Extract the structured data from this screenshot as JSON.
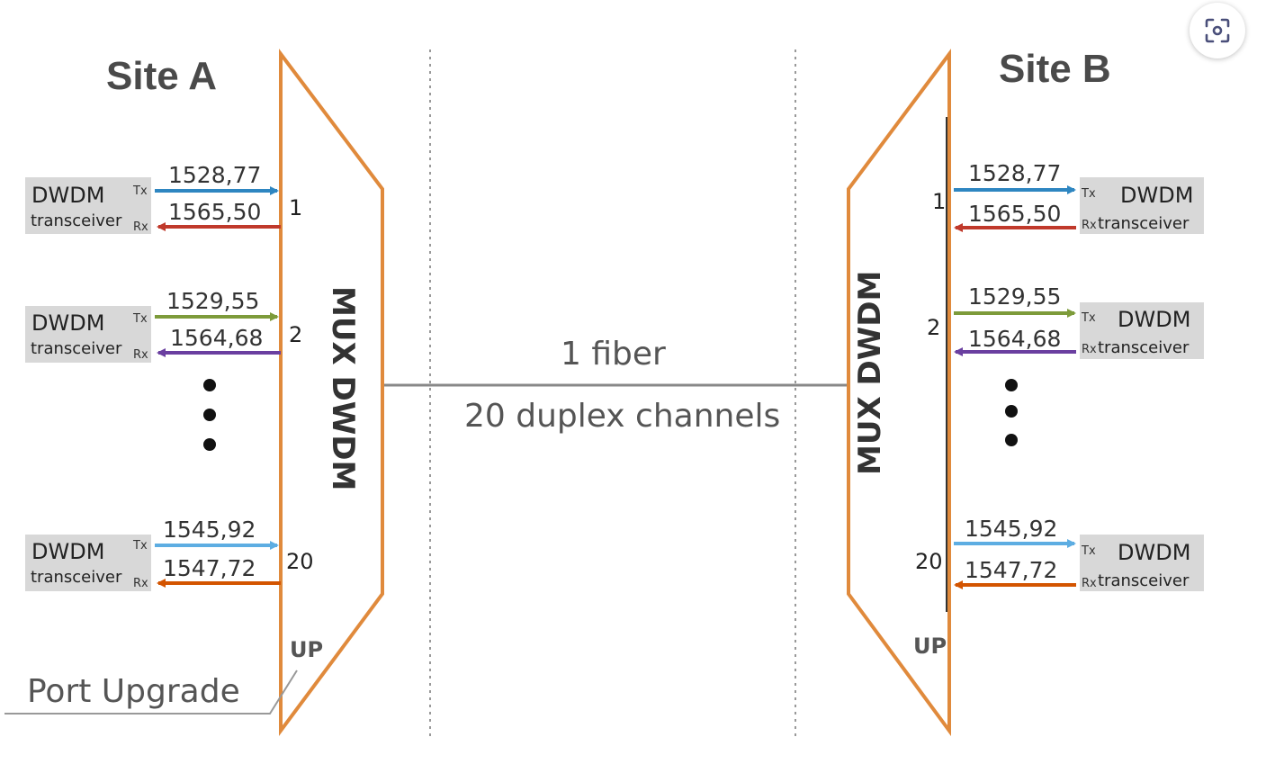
{
  "site_a": {
    "title": "Site A"
  },
  "site_b": {
    "title": "Site B"
  },
  "mux_label": "MUX DWDM",
  "fiber": {
    "line1": "1 fiber",
    "line2": "20 duplex channels"
  },
  "channels": [
    {
      "port": "1",
      "tx_freq": "1528,77",
      "rx_freq": "1565,50",
      "tx_color": "#2e86c1",
      "rx_color": "#c0392b"
    },
    {
      "port": "2",
      "tx_freq": "1529,55",
      "rx_freq": "1564,68",
      "tx_color": "#7d9b3a",
      "rx_color": "#6a3fa0"
    },
    {
      "port": "20",
      "tx_freq": "1545,92",
      "rx_freq": "1547,72",
      "tx_color": "#5dade2",
      "rx_color": "#d35400"
    }
  ],
  "transceiver": {
    "title": "DWDM",
    "subtitle": "transceiver",
    "tx": "Tx",
    "rx": "Rx"
  },
  "up_label": "UP",
  "port_upgrade": "Port Upgrade",
  "colors": {
    "mux_outline": "#e08a3c",
    "box_fill": "#d8d8d8",
    "fiber_line": "#888888"
  },
  "expand_icon": "expand-scan-icon"
}
